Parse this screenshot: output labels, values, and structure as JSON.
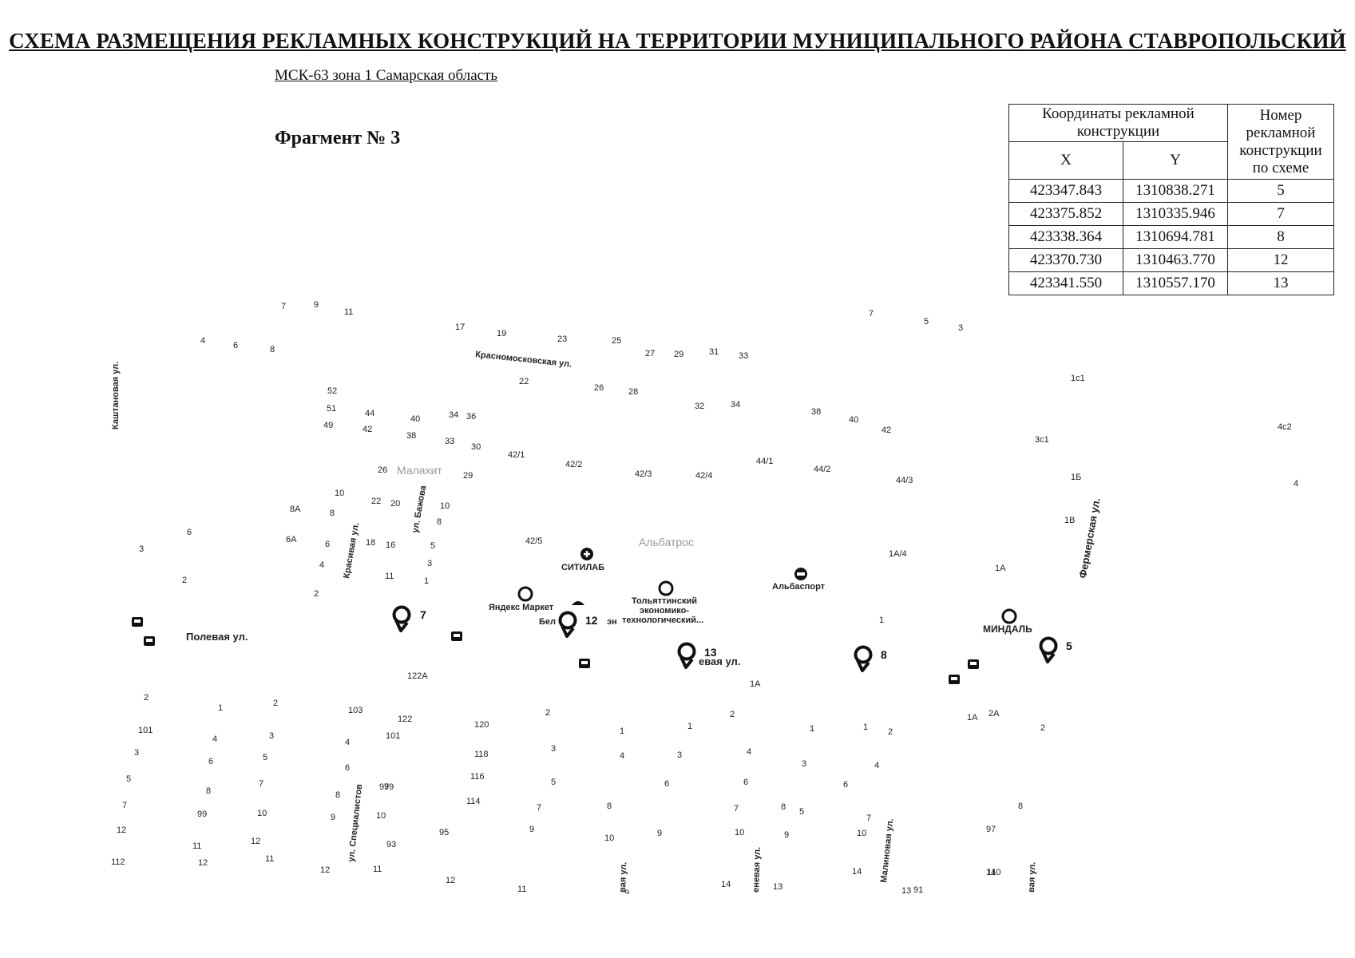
{
  "header": {
    "title": "СХЕМА РАЗМЕЩЕНИЯ РЕКЛАМНЫХ КОНСТРУКЦИЙ НА ТЕРРИТОРИИ МУНИЦИПАЛЬНОГО РАЙОНА СТАВРОПОЛЬСКИЙ",
    "subtitle": "МСК-63 зона 1 Самарская область",
    "fragment": "Фрагмент № 3"
  },
  "table": {
    "head_coords": "Координаты рекламной конструкции",
    "head_x": "X",
    "head_y": "Y",
    "head_number": "Номер рекламной конструкции по схеме",
    "rows": [
      {
        "x": "423347.843",
        "y": "1310838.271",
        "n": "5"
      },
      {
        "x": "423375.852",
        "y": "1310335.946",
        "n": "7"
      },
      {
        "x": "423338.364",
        "y": "1310694.781",
        "n": "8"
      },
      {
        "x": "423370.730",
        "y": "1310463.770",
        "n": "12"
      },
      {
        "x": "423341.550",
        "y": "1310557.170",
        "n": "13"
      }
    ]
  },
  "map": {
    "streets": {
      "krasnomoskovskaya": "Красномосковская ул.",
      "kashtanovaya": "Каштановая ул.",
      "polevaya": "Полевая ул.",
      "bazhova": "ул. Бажова",
      "krasivaya": "Красивая ул.",
      "fermerskaya": "Фермерская ул.",
      "spetsialistov": "ул. Специалистов",
      "malinovaya": "Малиновая ул.",
      "evaya": "евая ул.",
      "vaya_1": "вая ул.",
      "enevaya": "еневая ул.",
      "vaya_2": "вая ул."
    },
    "pois": {
      "sitilab": "СИТИЛАБ",
      "yandex": "Яндекс Маркет",
      "tolyatti_1": "Тольяттинский",
      "tolyatti_2": "экономико-",
      "tolyatti_3": "технологический...",
      "albasport": "Альбаспорт",
      "mindal": "МИНДАЛЬ",
      "bel": "Бел",
      "en": "эн",
      "malakhit": "Малахит",
      "albatros": "Альбатрос"
    },
    "pins": [
      "7",
      "12",
      "13",
      "8",
      "5"
    ],
    "house_numbers": [
      "7",
      "9",
      "11",
      "17",
      "19",
      "23",
      "25",
      "27",
      "29",
      "31",
      "33",
      "7",
      "5",
      "3",
      "4",
      "6",
      "8",
      "22",
      "26",
      "28",
      "1с1",
      "52",
      "51",
      "44",
      "49",
      "42",
      "40",
      "38",
      "34",
      "36",
      "33",
      "30",
      "32",
      "34",
      "38",
      "40",
      "42",
      "3с1",
      "4с2",
      "42/1",
      "42/2",
      "42/3",
      "42/4",
      "44/1",
      "44/2",
      "44/3",
      "26",
      "29",
      "1Б",
      "4",
      "10",
      "22",
      "20",
      "10",
      "8",
      "8А",
      "8",
      "1В",
      "6",
      "3",
      "6А",
      "6",
      "18",
      "16",
      "5",
      "42/5",
      "1А/4",
      "1А",
      "4",
      "3",
      "2",
      "11",
      "1",
      "2",
      "1",
      "122А",
      "1А",
      "2",
      "1",
      "2",
      "103",
      "122",
      "120",
      "2",
      "1",
      "1",
      "2",
      "1",
      "1",
      "2",
      "1А",
      "2А",
      "2",
      "101",
      "4",
      "3",
      "4",
      "101",
      "118",
      "3",
      "4",
      "3",
      "4",
      "3",
      "4",
      "3",
      "6",
      "5",
      "6",
      "99",
      "116",
      "5",
      "6",
      "6",
      "5",
      "6",
      "5",
      "8",
      "7",
      "8",
      "97",
      "114",
      "7",
      "8",
      "7",
      "8",
      "7",
      "8",
      "7",
      "99",
      "10",
      "9",
      "10",
      "95",
      "9",
      "10",
      "9",
      "10",
      "9",
      "10",
      "97",
      "12",
      "11",
      "12",
      "93",
      "112",
      "12",
      "11",
      "12",
      "11",
      "12",
      "11",
      "9",
      "14",
      "13",
      "14",
      "91",
      "110",
      "13",
      "14",
      "13",
      "14",
      "6А",
      "95"
    ]
  }
}
